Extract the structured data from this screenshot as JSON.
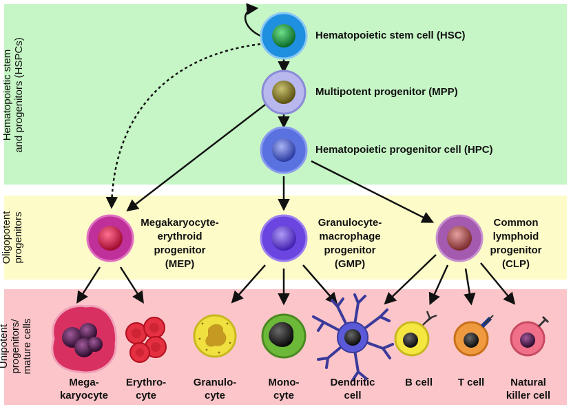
{
  "bands": [
    {
      "label": "Hematopoietic stem\nand progenitors (HSPCs)",
      "color": "#c6f5c6"
    },
    {
      "label": "Oligopotent\nprogenitors",
      "color": "#fdfbc8"
    },
    {
      "label": "Unipotent\nprogenitors/\nmature cells",
      "color": "#fbc5c9"
    }
  ],
  "stem_progenitors": [
    {
      "label": "Hematopoietic stem cell (HSC)"
    },
    {
      "label": "Multipotent progenitor (MPP)"
    },
    {
      "label": "Hematopoietic progenitor cell (HPC)"
    }
  ],
  "oligopotent": [
    {
      "label": "Megakaryocyte-\nerythroid\nprogenitor\n(MEP)"
    },
    {
      "label": "Granulocyte-\nmacrophage\nprogenitor\n(GMP)"
    },
    {
      "label": "Common\nlymphoid\nprogenitor\n(CLP)"
    }
  ],
  "mature_cells": [
    {
      "label": "Mega-\nkaryocyte"
    },
    {
      "label": "Erythro-\ncyte"
    },
    {
      "label": "Granulo-\ncyte"
    },
    {
      "label": "Mono-\ncyte"
    },
    {
      "label": "Dendritic\ncell"
    },
    {
      "label": "B cell"
    },
    {
      "label": "T cell"
    },
    {
      "label": "Natural\nkiller cell"
    }
  ],
  "colors": {
    "hsc": "#1f8fe0",
    "mpp": "#b8b8ee",
    "hpc": "#5a72e0",
    "mep": "#c0309a",
    "gmp": "#6a45e0",
    "clp": "#a45aae",
    "megakaryocyte": "#d83060",
    "erythrocyte": "#e43040",
    "granulocyte": "#f0e040",
    "monocyte": "#6cb838",
    "dendritic": "#5a5ad8",
    "bcell": "#f5e640",
    "tcell": "#f09a40",
    "nkcell": "#f0708a"
  }
}
